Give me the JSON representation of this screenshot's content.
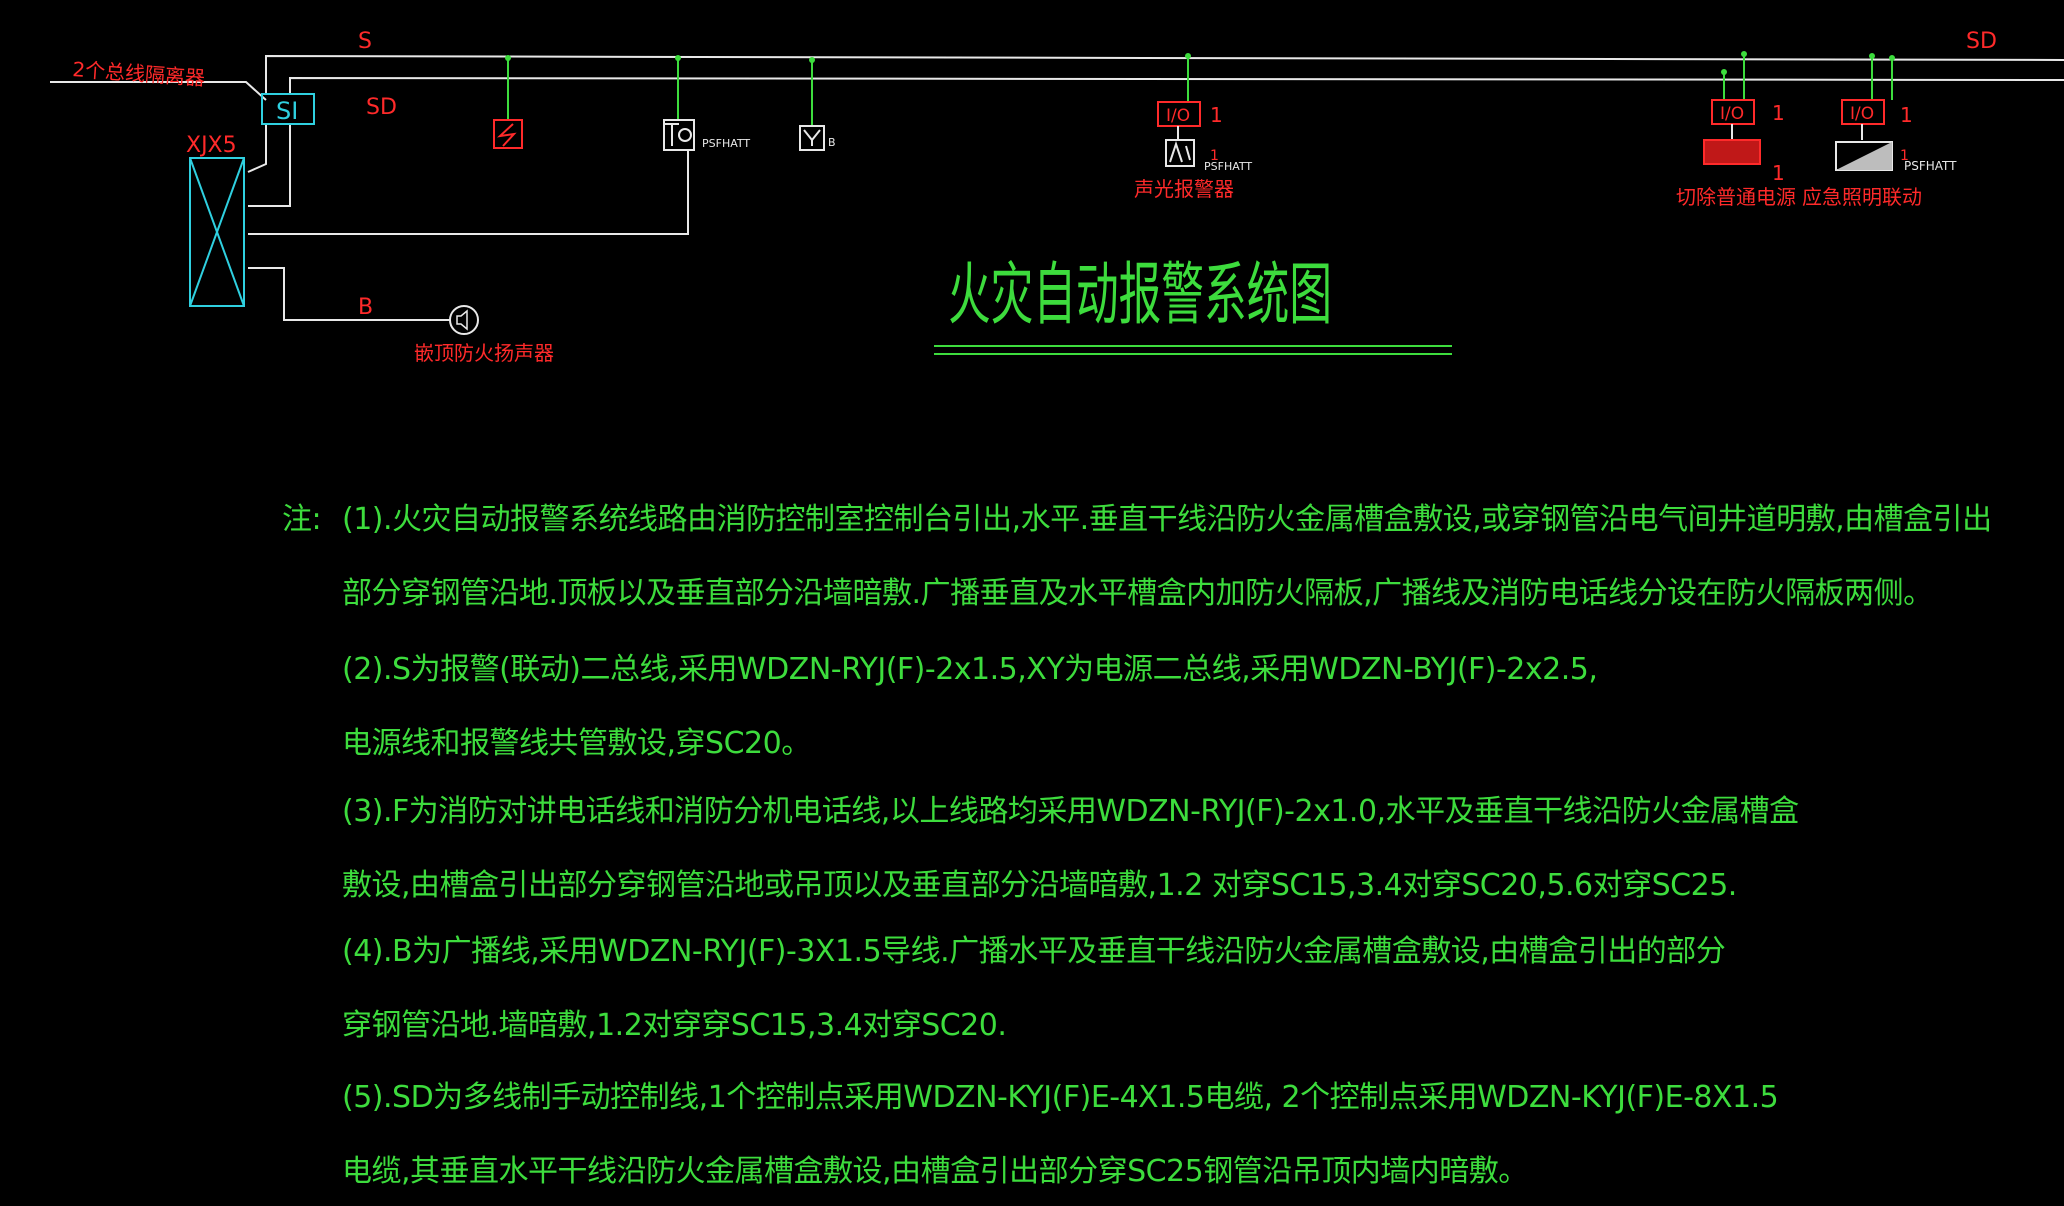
{
  "labels": {
    "bus_isolator_note": "2个总线隔离器",
    "line_s": "S",
    "line_sd_left": "SD",
    "line_sd_right": "SD",
    "panel_name": "XJX5",
    "isolator_symbol": "SI",
    "line_b": "B",
    "speaker_label": "嵌顶防火扬声器",
    "io_module": "I/O",
    "qty_1": "1",
    "psfhatt": "PSFHATT",
    "phone_b": "B",
    "strobe_label": "声光报警器",
    "cut_power_label": "切除普通电源",
    "emergency_light_label": "应急照明联动"
  },
  "title": "火灾自动报警系统图",
  "notes": {
    "prefix": "注:",
    "lines": [
      "(1).火灾自动报警系统线路由消防控制室控制台引出,水平.垂直干线沿防火金属槽盒敷设,或穿钢管沿电气间井道明敷,由槽盒引出",
      "部分穿钢管沿地.顶板以及垂直部分沿墙暗敷.广播垂直及水平槽盒内加防火隔板,广播线及消防电话线分设在防火隔板两侧。",
      "(2).S为报警(联动)二总线,采用WDZN-RYJ(F)-2x1.5,XY为电源二总线,采用WDZN-BYJ(F)-2x2.5,",
      "电源线和报警线共管敷设,穿SC20。",
      "(3).F为消防对讲电话线和消防分机电话线,以上线路均采用WDZN-RYJ(F)-2x1.0,水平及垂直干线沿防火金属槽盒",
      "敷设,由槽盒引出部分穿钢管沿地或吊顶以及垂直部分沿墙暗敷,1.2  对穿SC15,3.4对穿SC20,5.6对穿SC25.",
      "(4).B为广播线,采用WDZN-RYJ(F)-3X1.5导线.广播水平及垂直干线沿防火金属槽盒敷设,由槽盒引出的部分",
      " 穿钢管沿地.墙暗敷,1.2对穿穿SC15,3.4对穿SC20.",
      "(5).SD为多线制手动控制线,1个控制点采用WDZN-KYJ(F)E-4X1.5电缆, 2个控制点采用WDZN-KYJ(F)E-8X1.5",
      "电缆,其垂直水平干线沿防火金属槽盒敷设,由槽盒引出部分穿SC25钢管沿吊顶内墙内暗敷。"
    ]
  },
  "colors": {
    "background": "#000000",
    "wire": "#e8e8e8",
    "device_red": "#ff2a2a",
    "panel_cyan": "#2fd0e0",
    "text_green": "#3ddc3d"
  }
}
